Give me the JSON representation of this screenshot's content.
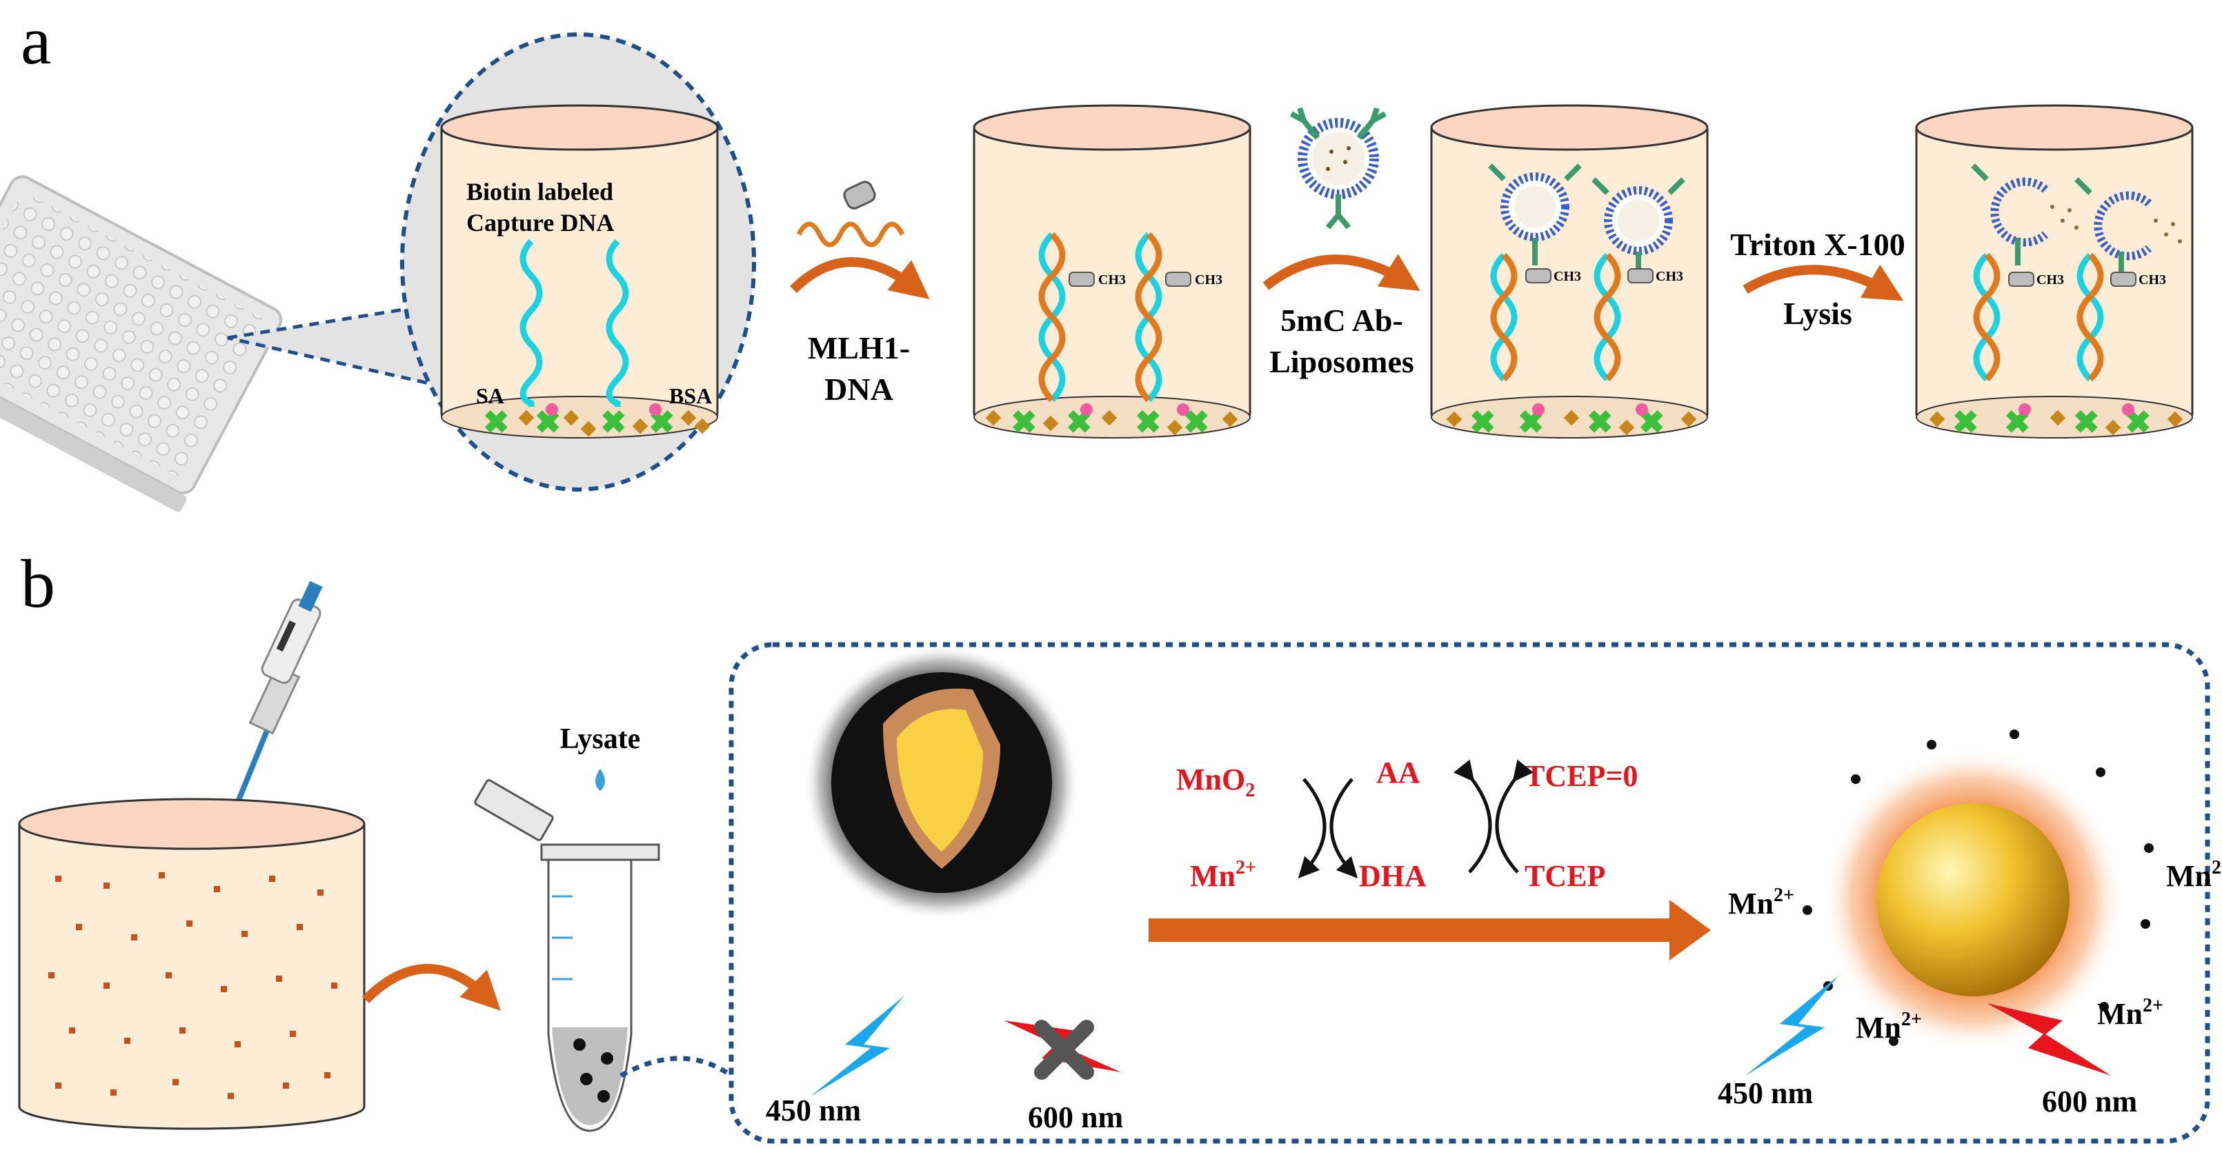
{
  "panel_a": {
    "label": "a",
    "capture_label_line1": "Biotin labeled",
    "capture_label_line2": "Capture DNA",
    "sa_label": "SA",
    "bsa_label": "BSA",
    "ch3_label": "CH3",
    "step1_line1": "MLH1-",
    "step1_line2": "DNA",
    "step2_line1": "5mC Ab-",
    "step2_line2": "Liposomes",
    "step3_line1": "Triton X-100",
    "step3_line2": "Lysis"
  },
  "panel_b": {
    "label": "b",
    "lysate_label": "Lysate",
    "reaction": {
      "mno2": "MnO",
      "mno2_sub": "2",
      "mn2": "Mn",
      "mn2_sup": "2+",
      "aa": "AA",
      "dha": "DHA",
      "tcep_o": "TCEP=0",
      "tcep": "TCEP"
    },
    "left_wavelength_1": "450 nm",
    "left_wavelength_2": "600 nm",
    "right_wavelength_1": "450 nm",
    "right_wavelength_2": "600 nm",
    "mn_ion": "Mn",
    "mn_ion_sup": "2+"
  },
  "colors": {
    "accent_red": "#e8141c",
    "arrow_orange": "#d8621a",
    "border_blue": "#1f4e8c",
    "well_fill": "#fdecd6",
    "well_top": "#fbd6c2",
    "dna_cyan": "#19d3e0",
    "dna_orange": "#e07a1e",
    "antibody_green": "#3d9a6a",
    "liposome_blue": "#3b5fc4",
    "flash_blue": "#1aa7ec",
    "flash_red": "#e8141c"
  }
}
